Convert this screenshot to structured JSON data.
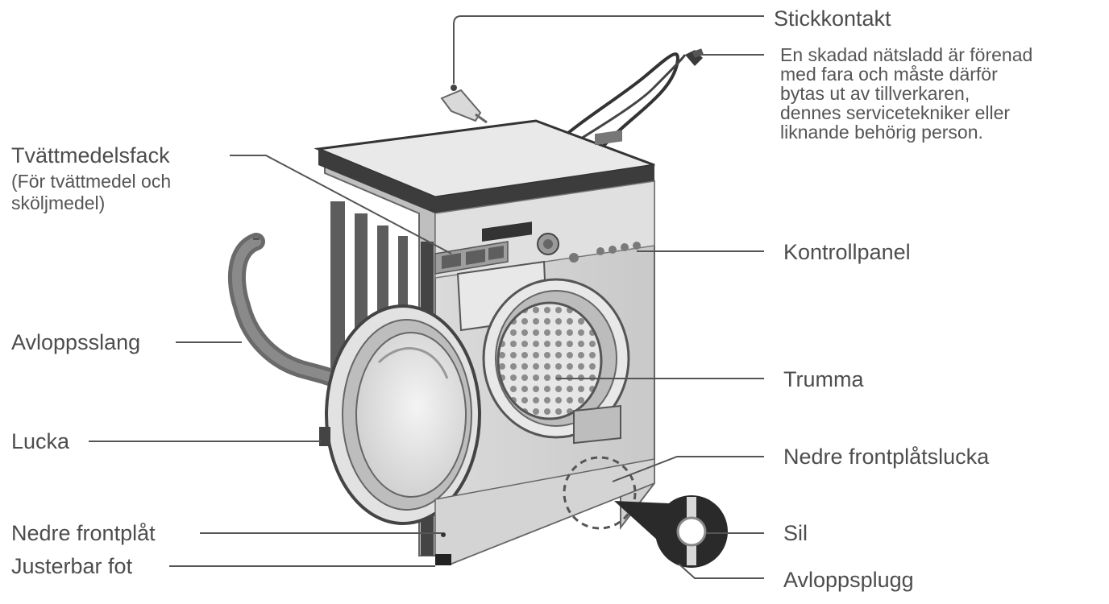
{
  "labels": {
    "stickkontakt": "Stickkontakt",
    "warning": [
      "En skadad nätsladd är förenad",
      "med fara och måste därför",
      "bytas ut av tillverkaren,",
      "dennes servicetekniker eller",
      "liknande behörig person."
    ],
    "tvattmedelsfack": "Tvättmedelsfack",
    "tvattmedelsfack_sub": [
      "(För tvättmedel och",
      "sköljmedel)"
    ],
    "kontrollpanel": "Kontrollpanel",
    "avloppsslang": "Avloppsslang",
    "trumma": "Trumma",
    "lucka": "Lucka",
    "nedre_frontplatslucka": "Nedre frontplåtslucka",
    "sil": "Sil",
    "nedre_frontplat": "Nedre frontplåt",
    "justerbar_fot": "Justerbar fot",
    "avloppsplugg": "Avloppsplugg"
  },
  "colors": {
    "line": "#555555",
    "body_light": "#e2e2e2",
    "body_mid": "#bdbdbd",
    "body_dark": "#5a5a5a",
    "black": "#222222"
  }
}
